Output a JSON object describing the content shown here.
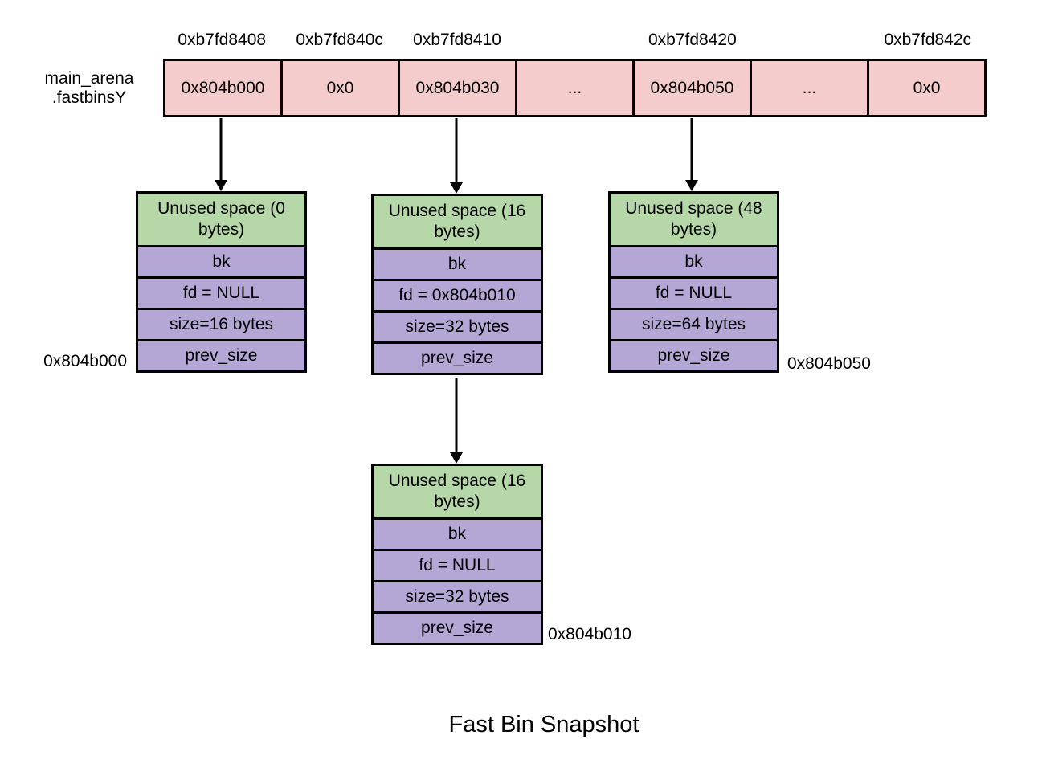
{
  "diagram": {
    "title": "Fast Bin Snapshot",
    "array_label": {
      "line1": "main_arena",
      "line2": ".fastbinsY"
    },
    "cells": [
      {
        "address": "0xb7fd8408",
        "value": "0x804b000"
      },
      {
        "address": "0xb7fd840c",
        "value": "0x0"
      },
      {
        "address": "0xb7fd8410",
        "value": "0x804b030"
      },
      {
        "address": "",
        "value": "..."
      },
      {
        "address": "0xb7fd8420",
        "value": "0x804b050"
      },
      {
        "address": "",
        "value": "..."
      },
      {
        "address": "0xb7fd842c",
        "value": "0x0"
      }
    ],
    "chunks": [
      {
        "unused_label": "Unused space (0 bytes)",
        "bk": "bk",
        "fd": "fd = NULL",
        "size": "size=16 bytes",
        "prev_size": "prev_size",
        "address_label": "0x804b000"
      },
      {
        "unused_label": "Unused space (16 bytes)",
        "bk": "bk",
        "fd": "fd = 0x804b010",
        "size": "size=32 bytes",
        "prev_size": "prev_size",
        "address_label": ""
      },
      {
        "unused_label": "Unused space (48 bytes)",
        "bk": "bk",
        "fd": "fd = NULL",
        "size": "size=64 bytes",
        "prev_size": "prev_size",
        "address_label": "0x804b050"
      },
      {
        "unused_label": "Unused space (16 bytes)",
        "bk": "bk",
        "fd": "fd = NULL",
        "size": "size=32 bytes",
        "prev_size": "prev_size",
        "address_label": "0x804b010"
      }
    ],
    "colors": {
      "array_fill": "#f4cccc",
      "unused_fill": "#b6d7a8",
      "field_fill": "#b4a7d6",
      "border": "#000000"
    }
  }
}
